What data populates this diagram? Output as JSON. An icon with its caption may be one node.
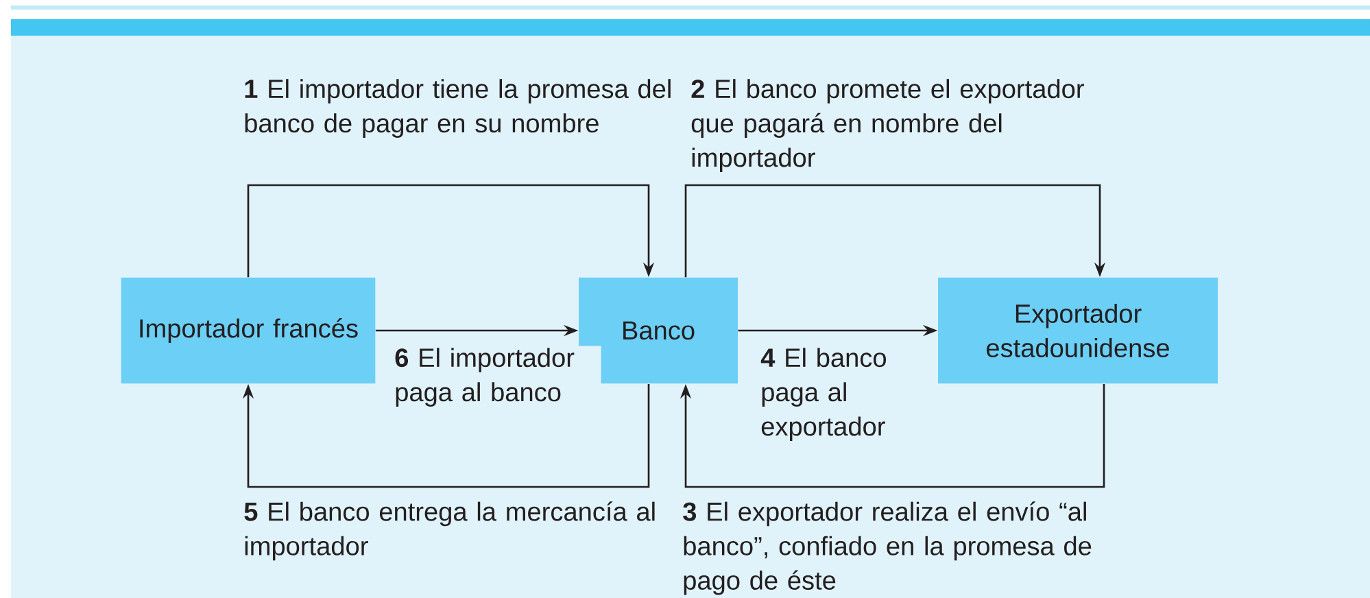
{
  "diagram": {
    "nodes": [
      {
        "text": [
          "Importador francés"
        ]
      },
      {
        "text": [
          "Banco"
        ]
      },
      {
        "text": [
          "Exportador estadounidense"
        ]
      }
    ],
    "edges": [
      {
        "from": 0,
        "to": 1,
        "arrow": "to",
        "label": "**1** El importador tiene la promesa del banco de pagar en su nombre"
      },
      {
        "from": 1,
        "to": 2,
        "arrow": "to",
        "label": "**2** El banco promete el exportador que pagará en nombre del importador"
      },
      {
        "from": 0,
        "to": 1,
        "arrow": "to",
        "label": "**6** El importador paga al banco"
      },
      {
        "from": 1,
        "to": 2,
        "arrow": "to",
        "label": "**4** El banco paga al exportador"
      },
      {
        "from": 1,
        "to": 0,
        "arrow": "to",
        "label": "**5** El banco entrega la mercancía al importador"
      },
      {
        "from": 2,
        "to": 1,
        "arrow": "to",
        "label": "**3** El exportador realiza el envío “al banco”, confiado en la promesa de pago de éste"
      }
    ]
  }
}
